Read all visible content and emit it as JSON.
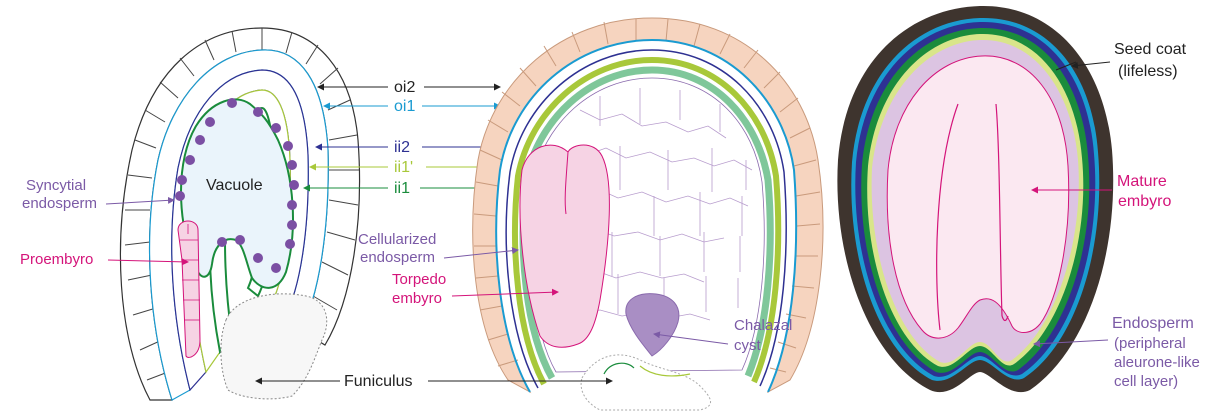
{
  "labels": {
    "vacuole": "Vacuole",
    "syncytial_endosperm_1": "Syncytial",
    "syncytial_endosperm_2": "endosperm",
    "proembyro": "Proembyro",
    "oi2": "oi2",
    "oi1": "oi1",
    "ii2": "ii2",
    "ii1_prime": "ii1'",
    "ii1": "ii1",
    "cellularized_1": "Cellularized",
    "cellularized_2": "endosperm",
    "torpedo_1": "Torpedo",
    "torpedo_2": "embyro",
    "chalazal_1": "Chalazal",
    "chalazal_2": "cyst",
    "funiculus": "Funiculus",
    "seed_coat_1": "Seed coat",
    "seed_coat_2": "(lifeless)",
    "mature_1": "Mature",
    "mature_2": "embyro",
    "endosperm_1": "Endosperm",
    "endosperm_2": "(peripheral",
    "endosperm_3": "aleurone-like",
    "endosperm_4": "cell layer)"
  },
  "colors": {
    "oi2": "#222222",
    "oi1": "#1a9bd1",
    "ii2": "#2e3192",
    "ii1_prime": "#a8c83a",
    "ii1": "#1a8c3c",
    "purple_label": "#7b5aa6",
    "magenta_label": "#d4147a",
    "embryo_fill": "#f6d3e4",
    "vacuole_fill": "#eaf4fb",
    "seed_coat_brown": "#3e342e",
    "endosperm_purple": "#dcc4e2",
    "chalazal_cyst": "#a98ec4",
    "oi2_cells": "#f6d4bf"
  }
}
